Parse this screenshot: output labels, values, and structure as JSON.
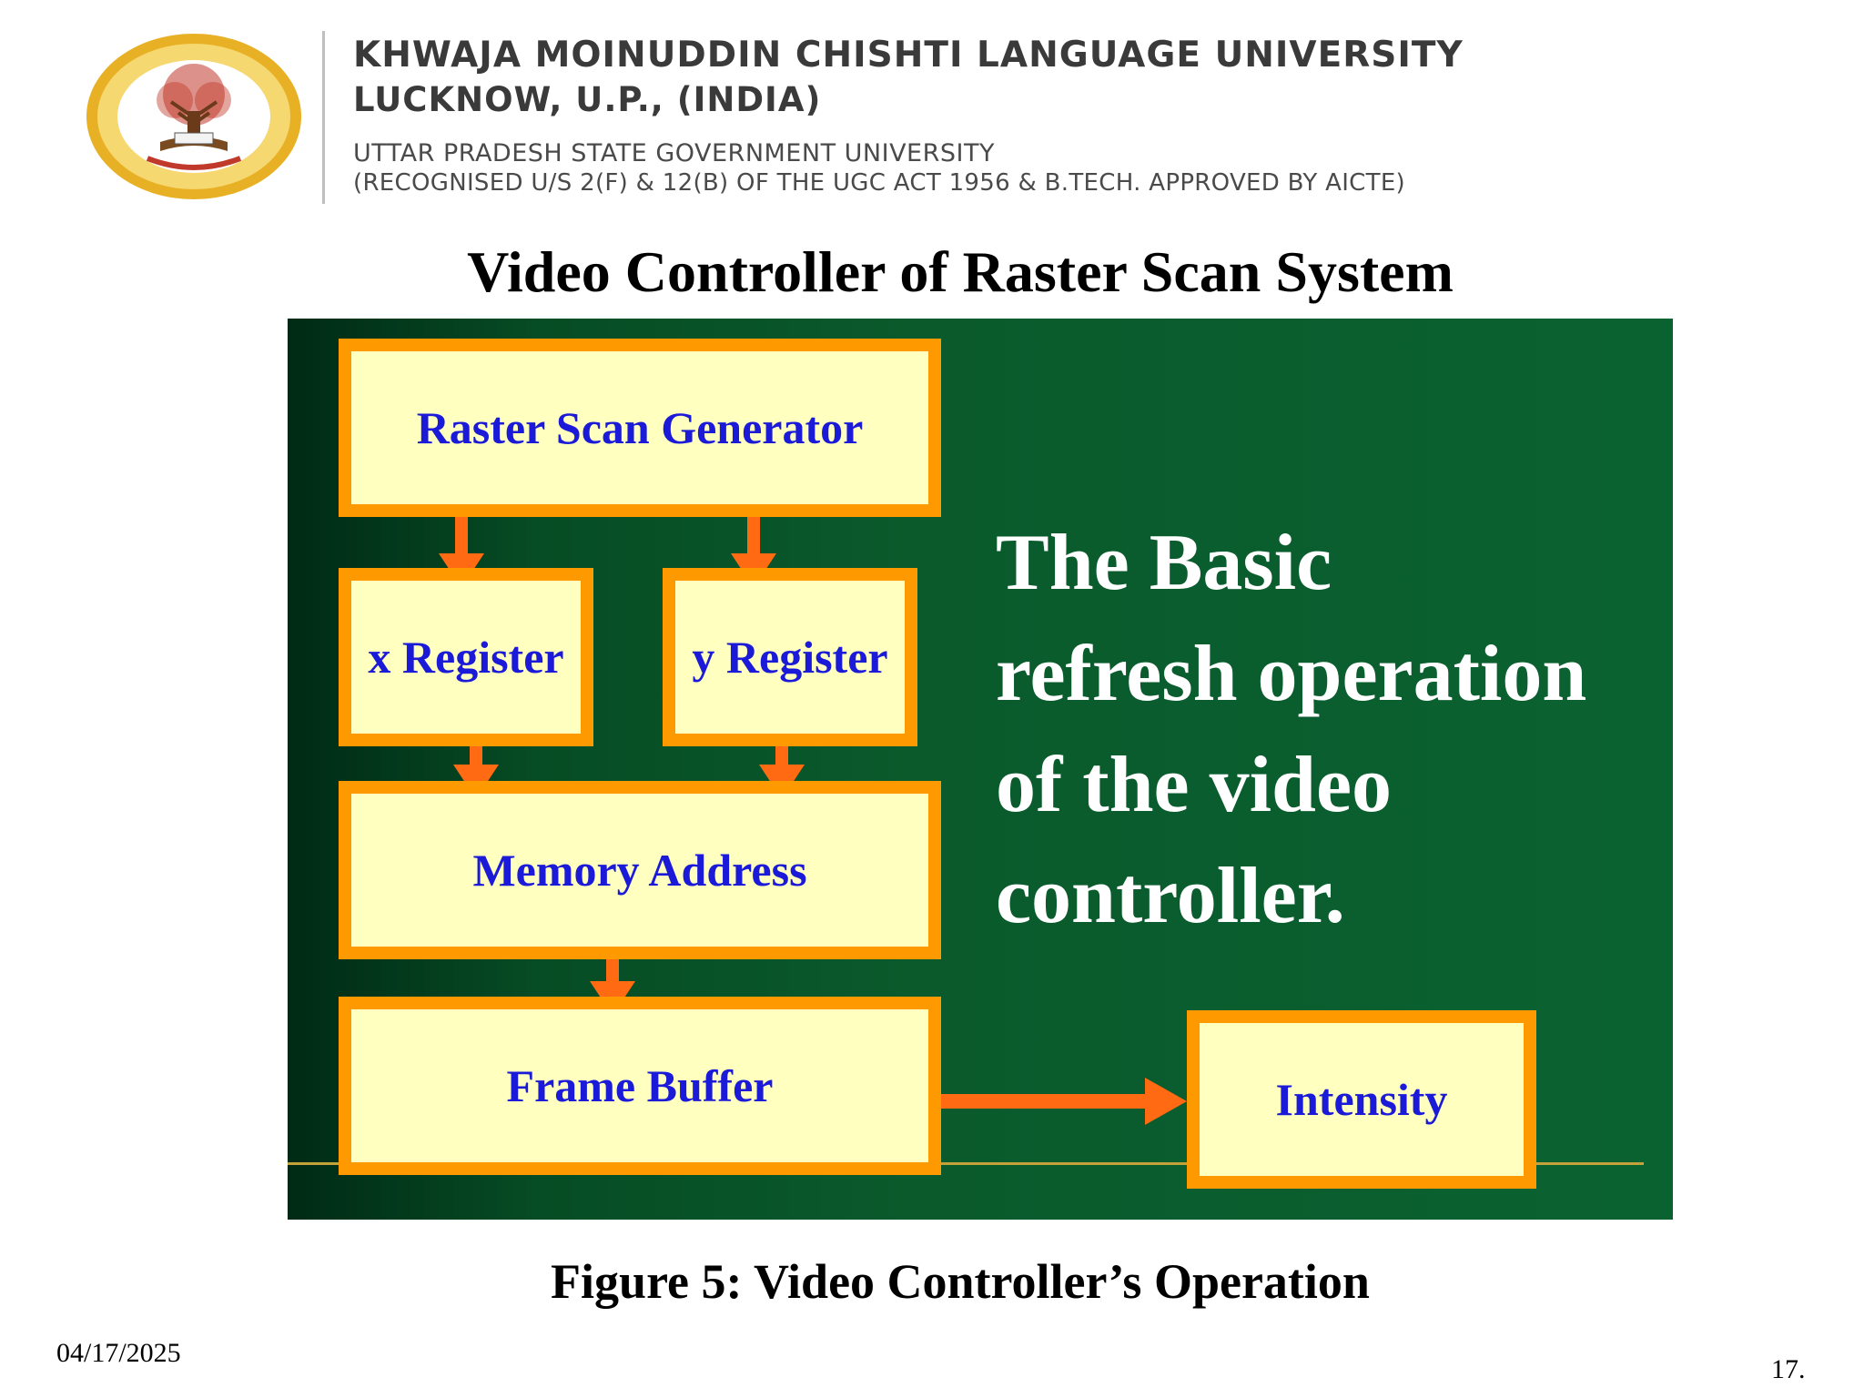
{
  "header": {
    "university_name": "KHWAJA MOINUDDIN CHISHTI LANGUAGE UNIVERSITY",
    "location": "LUCKNOW, U.P., (INDIA)",
    "type": "UTTAR PRADESH STATE GOVERNMENT UNIVERSITY",
    "recognition": "(RECOGNISED U/S 2(F) & 12(B) OF THE UGC ACT 1956 & B.TECH. APPROVED BY AICTE)"
  },
  "slide": {
    "title": "Video Controller of Raster Scan System",
    "figure_caption": "Figure 5: Video Controller’s Operation",
    "date": "04/17/2025",
    "page_number": "17."
  },
  "diagram": {
    "boxes": {
      "raster_scan_generator": "Raster Scan Generator",
      "x_register": "x Register",
      "y_register": "y Register",
      "memory_address": "Memory Address",
      "frame_buffer": "Frame Buffer",
      "intensity": "Intensity"
    },
    "caption_lines": [
      "The Basic",
      "refresh operation",
      "of the video",
      "controller."
    ],
    "colors": {
      "panel": "#0a5a2c",
      "box_fill": "#ffffc0",
      "box_border": "#ff9900",
      "box_text": "#1a1ad8",
      "arrow": "#ff6a13",
      "caption_text": "#ffffff"
    }
  }
}
